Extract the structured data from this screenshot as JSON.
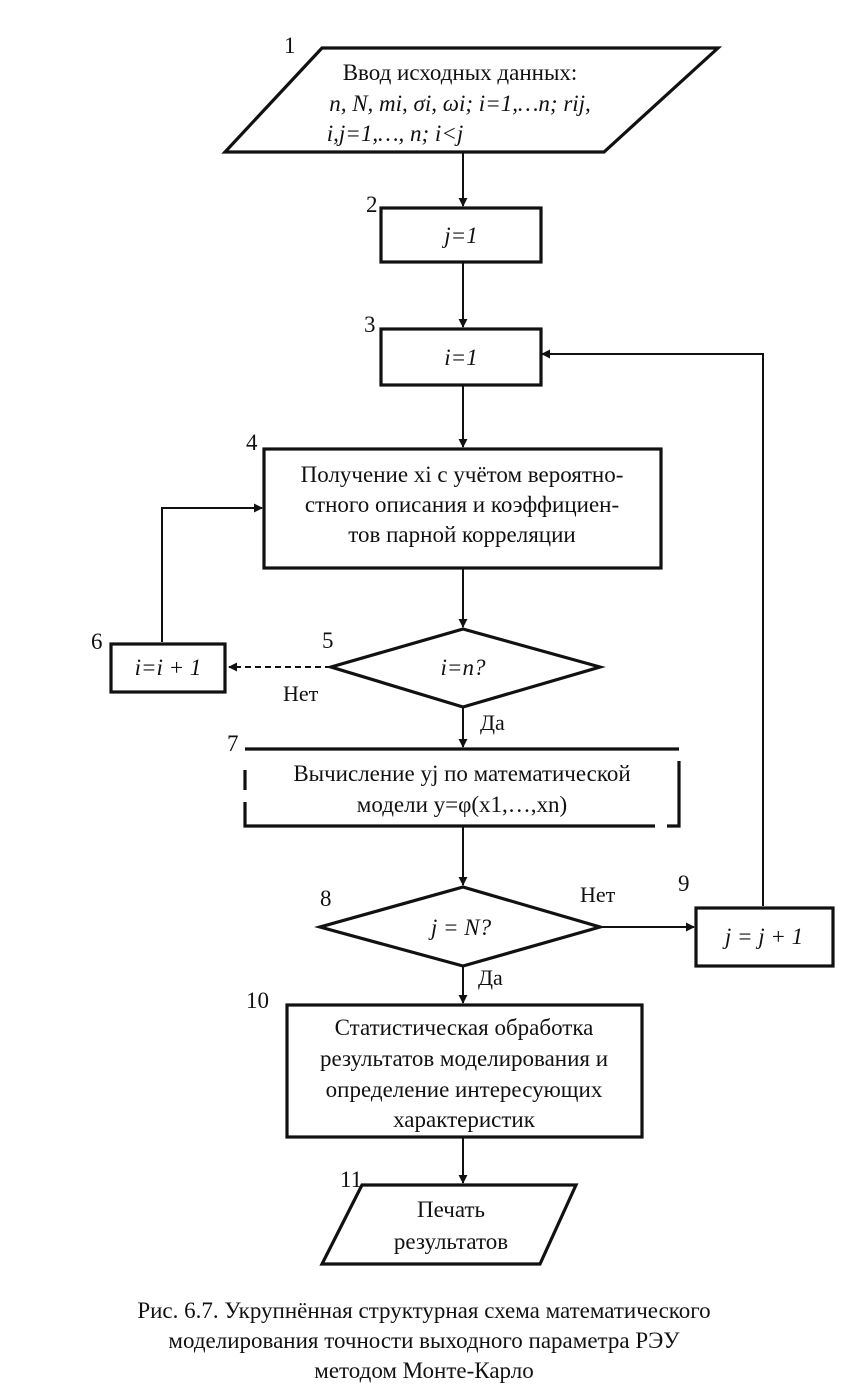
{
  "blocks": {
    "b1": {
      "number": "1",
      "title": "Ввод исходных данных:",
      "line2": "n, N, mi, σi, ωi; i=1,…n; rij,",
      "line3": "i,j=1,…, n; i<j"
    },
    "b2": {
      "number": "2",
      "text": "j=1"
    },
    "b3": {
      "number": "3",
      "text": "i=1"
    },
    "b4": {
      "number": "4",
      "lines": [
        "Получение xi с учётом вероятно-",
        "стного описания и коэффициен-",
        "тов парной корреляции"
      ]
    },
    "b5": {
      "number": "5",
      "text": "i=n?"
    },
    "b6": {
      "number": "6",
      "text": "i=i + 1"
    },
    "b7": {
      "number": "7",
      "line1": "Вычисление yj по математической",
      "line2": "модели y=φ(x1,…,xn)"
    },
    "b8": {
      "number": "8",
      "text": "j = N?"
    },
    "b9": {
      "number": "9",
      "text": "j = j + 1"
    },
    "b10": {
      "number": "10",
      "lines": [
        "Статистическая обработка",
        "результатов моделирования и",
        "определение интересующих",
        "характеристик"
      ]
    },
    "b11": {
      "number": "11",
      "lines": [
        "Печать",
        "результатов"
      ]
    }
  },
  "labels": {
    "no5": "Нет",
    "yes5": "Да",
    "no8": "Нет",
    "yes8": "Да"
  },
  "caption": {
    "line1": "Рис. 6.7. Укрупнённая структурная схема математического",
    "line2": "моделирования точности выходного параметра РЭУ",
    "line3": "методом Монте-Карло"
  }
}
